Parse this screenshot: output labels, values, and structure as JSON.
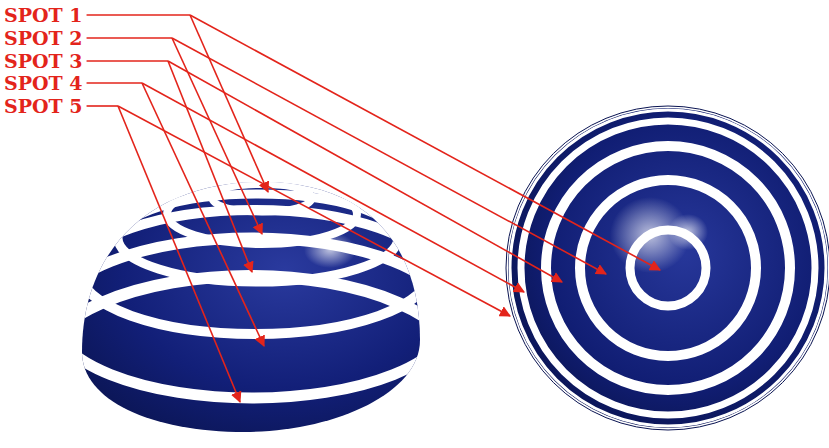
{
  "diagram": {
    "labels": [
      "SPOT 1",
      "SPOT 2",
      "SPOT 3",
      "SPOT 4",
      "SPOT 5"
    ]
  }
}
